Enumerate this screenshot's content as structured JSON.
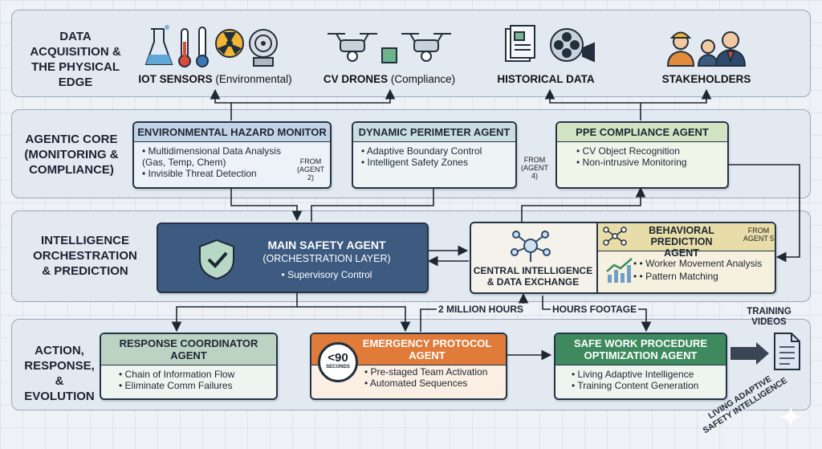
{
  "bands": [
    {
      "label": "DATA ACQUISITION & THE PHYSICAL EDGE"
    },
    {
      "label": "AGENTIC CORE (MONITORING & COMPLIANCE)"
    },
    {
      "label": "INTELLIGENCE ORCHESTRATION & PREDICTION"
    },
    {
      "label": "ACTION, RESPONSE, & EVOLUTION"
    }
  ],
  "sources": {
    "iot": {
      "bold": "IOT SENSORS",
      "rest": " (Environmental)"
    },
    "drones": {
      "bold": "CV DRONES",
      "rest": " (Compliance)"
    },
    "historical": {
      "bold": "HISTORICAL DATA",
      "rest": ""
    },
    "stakeholders": {
      "bold": "STAKEHOLDERS",
      "rest": ""
    }
  },
  "core": {
    "env": {
      "title": "ENVIRONMENTAL HAZARD MONITOR",
      "items": [
        "Multidimensional Data Analysis (Gas, Temp, Chem)",
        "Invisible Threat Detection"
      ],
      "note": "FROM (AGENT 2)"
    },
    "perimeter": {
      "title": "DYNAMIC PERIMETER AGENT",
      "items": [
        "Adaptive Boundary Control",
        "Intelligent Safety Zones"
      ],
      "note": "FROM (AGENT 4)"
    },
    "ppe": {
      "title": "PPE COMPLIANCE AGENT",
      "items": [
        "CV Object Recognition",
        "Non-intrusive Monitoring"
      ]
    }
  },
  "orchestration": {
    "main": {
      "title": "MAIN SAFETY AGENT",
      "subtitle": "(ORCHESTRATION LAYER)",
      "item": "Supervisory Control"
    },
    "central": {
      "title": "CENTRAL INTELLIGENCE & DATA EXCHANGE"
    },
    "behavioral": {
      "title": "BEHAVIORAL PREDICTION AGENT",
      "note": "FROM AGENT 5",
      "items": [
        "Worker Movement Analysis",
        "Pattern Matching"
      ]
    }
  },
  "flows": {
    "hours": "2 MILLION HOURS",
    "footage": "HOURS FOOTAGE",
    "training": "TRAINING VIDEOS",
    "living": "LIVING ADAPTIVE SAFETY INTELLIGENCE"
  },
  "action": {
    "response": {
      "title": "RESPONSE COORDINATOR AGENT",
      "items": [
        "Chain of Information Flow",
        "Eliminate Comm Failures"
      ]
    },
    "emergency": {
      "title": "EMERGENCY PROTOCOL AGENT",
      "timer": "<90",
      "timer_unit": "SECONDS",
      "items": [
        "Pre-staged Team Activation",
        "Automated Sequences"
      ]
    },
    "safework": {
      "title": "SAFE WORK PROCEDURE OPTIMIZATION AGENT",
      "items": [
        "Living Adaptive Intelligence",
        "Training Content Generation"
      ]
    }
  },
  "colors": {
    "env_head": "#c3d3e6",
    "perimeter_head": "#c9dde2",
    "ppe_head": "#d3e4c4",
    "main_bg": "#3d5a80",
    "behavioral_head": "#e8dca8",
    "response_head": "#bcd3c3",
    "emergency_head": "#e07b39",
    "safework_head": "#3e8a5e"
  }
}
